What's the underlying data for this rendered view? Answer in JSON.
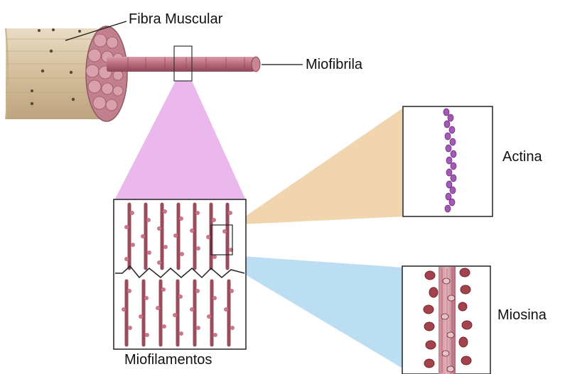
{
  "labels": {
    "fibra_muscular": "Fibra Muscular",
    "miofibrila": "Miofibrila",
    "actina": "Actina",
    "miosina": "Miosina",
    "miofilamentos": "Miofilamentos"
  },
  "colors": {
    "fiber_tan": "#d8c4a2",
    "myofibril_pink": "#b86a7c",
    "pink_wedge": "#eab8ec",
    "tan_wedge": "#efd3ab",
    "blue_wedge": "#b8dcf2",
    "actin_purple": "#a25ab4",
    "myosin_red": "#a5434c"
  }
}
